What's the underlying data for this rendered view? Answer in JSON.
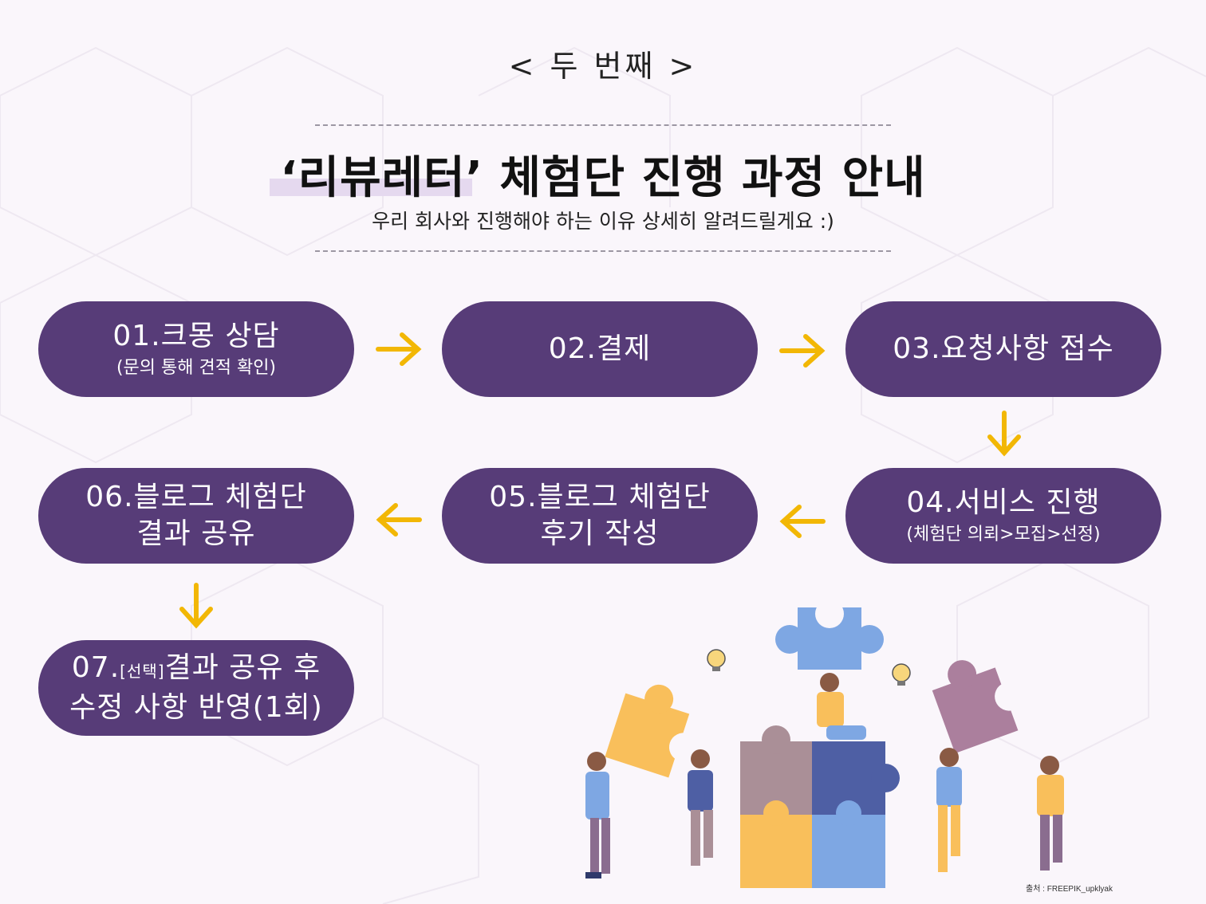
{
  "header": {
    "label": "< 두 번째 >",
    "title": "‘리뷰레터’ 체험단 진행 과정 안내",
    "subtitle": "우리 회사와 진행해야 하는 이유 상세히 알려드릴게요 :)"
  },
  "steps": [
    {
      "main": "01.크몽 상담",
      "sub": "(문의 통해 견적 확인)"
    },
    {
      "main": "02.결제"
    },
    {
      "main": "03.요청사항 접수"
    },
    {
      "main": "04.서비스 진행",
      "sub": "(체험단 의뢰>모집>선정)"
    },
    {
      "main": "05.블로그 체험단\n후기 작성"
    },
    {
      "main": "06.블로그 체험단\n결과 공유"
    },
    {
      "prefix": "07.",
      "tag": "[선택]",
      "main": "결과 공유 후",
      "line2": "수정 사항 반영(1회)"
    }
  ],
  "arrows": [
    "right",
    "right",
    "down",
    "left",
    "left",
    "down"
  ],
  "colors": {
    "step_fill": "#573c78",
    "arrow": "#f2b705",
    "background": "#faf6fb"
  },
  "illustration": {
    "description_icon": "puzzle-teamwork-illustration"
  },
  "source_credit": "출처 : FREEPIK_upklyak"
}
